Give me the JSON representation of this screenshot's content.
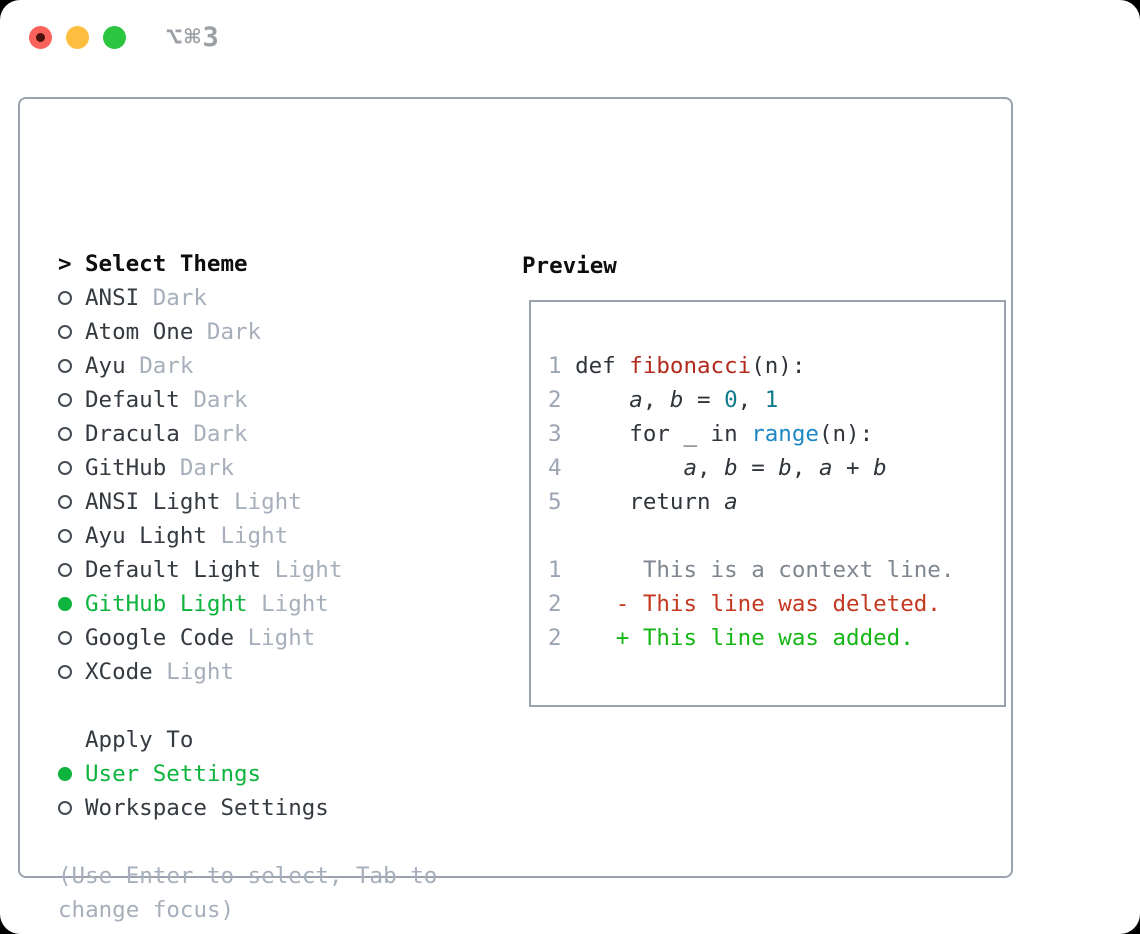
{
  "window": {
    "title": "⌥⌘3",
    "traffic_lights": [
      "close",
      "minimize",
      "zoom"
    ]
  },
  "theme_picker": {
    "header_prefix": ">",
    "header_label": "Select Theme",
    "themes": [
      {
        "name": "ANSI",
        "variant": "Dark",
        "selected": false
      },
      {
        "name": "Atom One",
        "variant": "Dark",
        "selected": false
      },
      {
        "name": "Ayu",
        "variant": "Dark",
        "selected": false
      },
      {
        "name": "Default",
        "variant": "Dark",
        "selected": false
      },
      {
        "name": "Dracula",
        "variant": "Dark",
        "selected": false
      },
      {
        "name": "GitHub",
        "variant": "Dark",
        "selected": false
      },
      {
        "name": "ANSI Light",
        "variant": "Light",
        "selected": false
      },
      {
        "name": "Ayu Light",
        "variant": "Light",
        "selected": false
      },
      {
        "name": "Default Light",
        "variant": "Light",
        "selected": false
      },
      {
        "name": "GitHub Light",
        "variant": "Light",
        "selected": true
      },
      {
        "name": "Google Code",
        "variant": "Light",
        "selected": false
      },
      {
        "name": "XCode",
        "variant": "Light",
        "selected": false
      }
    ],
    "apply_to_label": "Apply To",
    "apply_options": [
      {
        "name": "User Settings",
        "selected": true
      },
      {
        "name": "Workspace Settings",
        "selected": false
      }
    ],
    "hint": "(Use Enter to select, Tab to change focus)"
  },
  "preview": {
    "title": "Preview",
    "code_lines": [
      {
        "num": "1",
        "tokens": [
          {
            "t": "def ",
            "c": "plain"
          },
          {
            "t": "fibonacci",
            "c": "func"
          },
          {
            "t": "(n):",
            "c": "plain"
          }
        ]
      },
      {
        "num": "2",
        "tokens": [
          {
            "t": "    ",
            "c": "plain"
          },
          {
            "t": "a",
            "c": "var"
          },
          {
            "t": ", ",
            "c": "plain"
          },
          {
            "t": "b",
            "c": "var"
          },
          {
            "t": " = ",
            "c": "plain"
          },
          {
            "t": "0",
            "c": "num"
          },
          {
            "t": ", ",
            "c": "plain"
          },
          {
            "t": "1",
            "c": "num"
          }
        ]
      },
      {
        "num": "3",
        "tokens": [
          {
            "t": "    for _ in ",
            "c": "plain"
          },
          {
            "t": "range",
            "c": "builtin"
          },
          {
            "t": "(n):",
            "c": "plain"
          }
        ]
      },
      {
        "num": "4",
        "tokens": [
          {
            "t": "        ",
            "c": "plain"
          },
          {
            "t": "a",
            "c": "var"
          },
          {
            "t": ", ",
            "c": "plain"
          },
          {
            "t": "b",
            "c": "var"
          },
          {
            "t": " = ",
            "c": "plain"
          },
          {
            "t": "b",
            "c": "var"
          },
          {
            "t": ", ",
            "c": "plain"
          },
          {
            "t": "a",
            "c": "var"
          },
          {
            "t": " + ",
            "c": "plain"
          },
          {
            "t": "b",
            "c": "var"
          }
        ]
      },
      {
        "num": "5",
        "tokens": [
          {
            "t": "    return ",
            "c": "plain"
          },
          {
            "t": "a",
            "c": "var"
          }
        ]
      }
    ],
    "diff_lines": [
      {
        "num": "1",
        "marker": " ",
        "text": "This is a context line.",
        "kind": "context"
      },
      {
        "num": "2",
        "marker": "-",
        "text": "This line was deleted.",
        "kind": "deleted"
      },
      {
        "num": "2",
        "marker": "+",
        "text": "This line was added.",
        "kind": "added"
      }
    ]
  },
  "colors": {
    "selected_green": "#0eb43e",
    "added_green": "#16b616",
    "deleted_red": "#c33920",
    "function_red": "#b22a1c",
    "number_teal": "#0e7d8b",
    "builtin_blue": "#1e87c4",
    "panel_border": "#99a2ae",
    "muted_gray": "#a6afbb",
    "traffic_red": "#f9615b",
    "traffic_yellow": "#fdbd3e",
    "traffic_green": "#2bc53f"
  }
}
